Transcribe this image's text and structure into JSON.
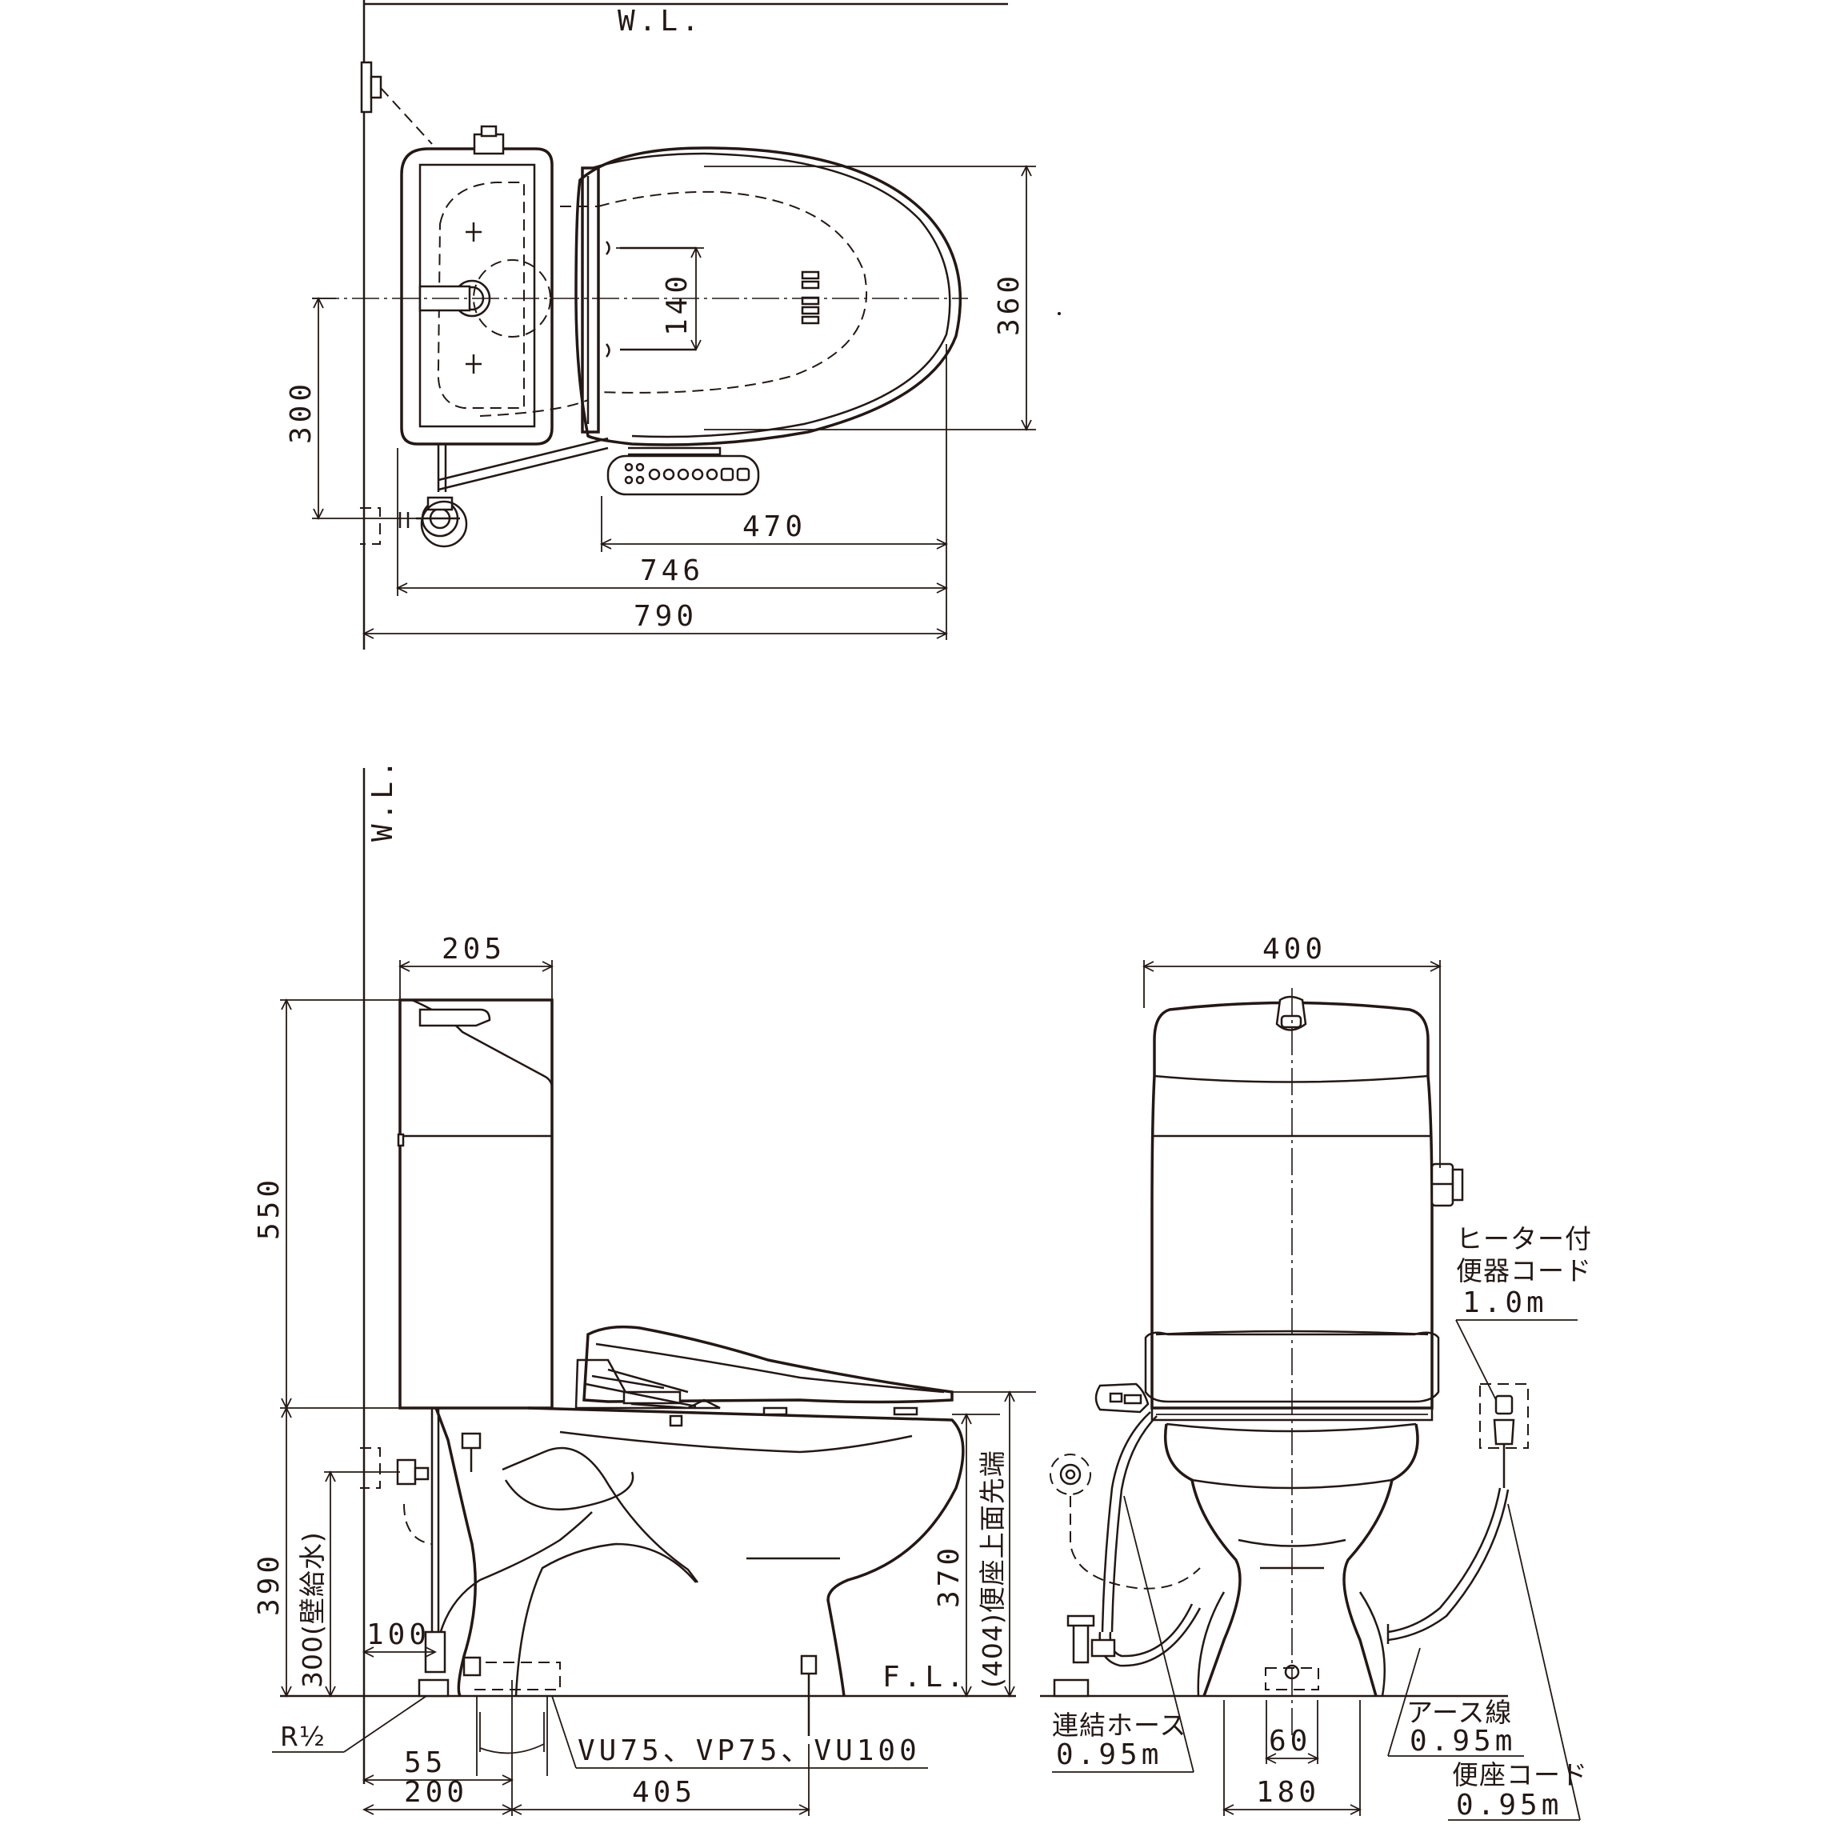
{
  "labels": {
    "wl_top": "W.L.",
    "wl_side": "W.L.",
    "fl": "F.L.",
    "r_half": "R½",
    "pipe": "VU75、VP75、VU100",
    "heater_cord_1": "ヒーター付",
    "heater_cord_2": "便器コード",
    "heater_cord_3": "1.0m",
    "hose_1": "連結ホース",
    "hose_2": "0.95m",
    "earth_1": "アース線",
    "earth_2": "0.95m",
    "seat_cord_1": "便座コード",
    "seat_cord_2": "0.95m",
    "wall_supply": "300(壁給水)",
    "seat_height": "(404)便座上面先端"
  },
  "dims": {
    "d140": "140",
    "d360": "360",
    "d300_plan": "300",
    "d470": "470",
    "d746": "746",
    "d790": "790",
    "d205": "205",
    "d550": "550",
    "d390": "390",
    "d100": "100",
    "d370": "370",
    "d55": "55",
    "d200": "200",
    "d405": "405",
    "d400": "400",
    "d60": "60",
    "d180": "180"
  }
}
